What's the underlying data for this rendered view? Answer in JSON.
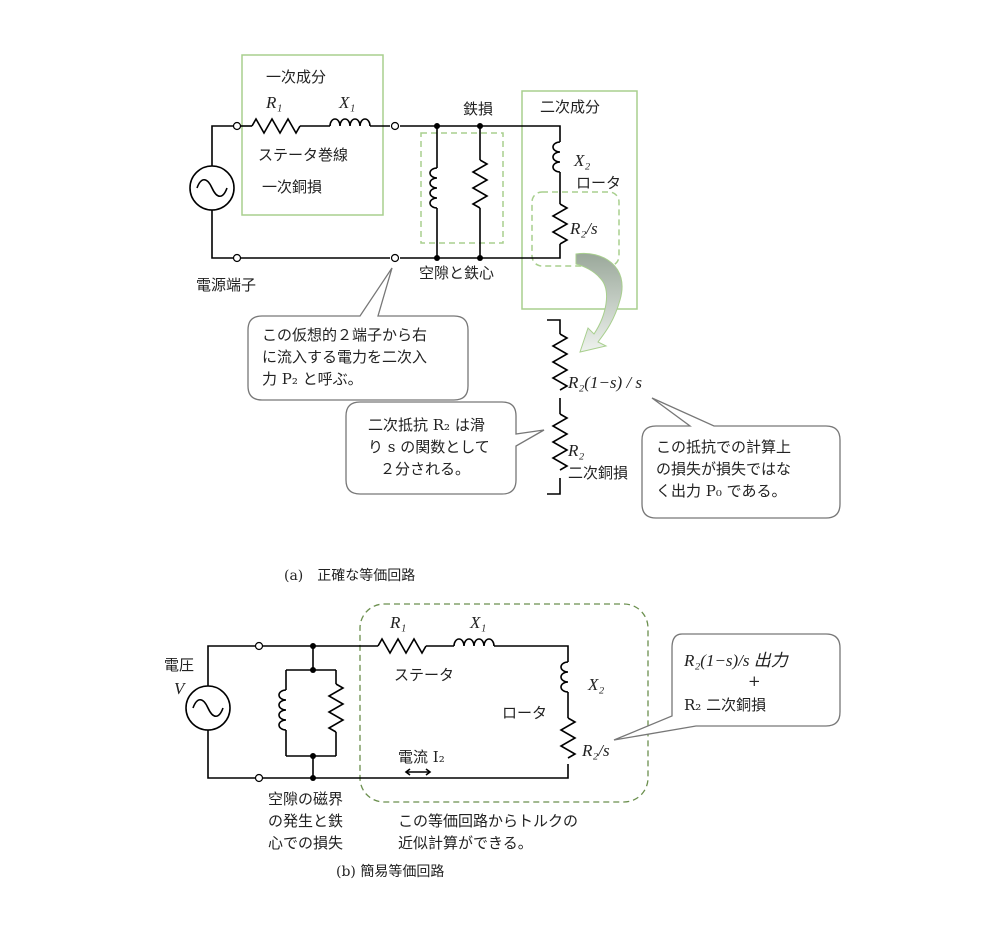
{
  "diagram_a": {
    "primary_label": "一次成分",
    "r1": "R₁",
    "x1": "X₁",
    "stator_label": "ステータ巻線",
    "primary_copper": "一次銅損",
    "iron_loss": "鉄損",
    "secondary_label": "二次成分",
    "x2": "X₂",
    "rotor_label": "ロータ",
    "r2s": "R₂/s",
    "source_terminal": "電源端子",
    "airgap_core": "空隙と鉄心",
    "callout_input": [
      "この仮想的２端子から右",
      "に流入する電力を二次入",
      "力 P₂ と呼ぶ。"
    ],
    "callout_split": [
      "二次抵抗 R₂ は滑",
      "り s の関数として",
      "２分される。"
    ],
    "r2_load": "R₂(1−s) / s",
    "r2": "R₂",
    "secondary_copper": "二次銅損",
    "callout_output": [
      "この抵抗での計算上",
      "の損失が損失ではな",
      "く出力 P₀ である。"
    ],
    "caption": "(a)　正確な等価回路"
  },
  "diagram_b": {
    "voltage_label": "電圧",
    "v": "V",
    "r1": "R₁",
    "x1": "X₁",
    "stator_label": "ステータ",
    "x2": "X₂",
    "rotor_label": "ロータ",
    "r2s": "R₂/s",
    "current_label": "電流 I₂",
    "airgap_note": [
      "空隙の磁界",
      "の発生と鉄",
      "心での損失"
    ],
    "torque_note": [
      "この等価回路からトルクの",
      "近似計算ができる。"
    ],
    "callout_line1": "R₂(1−s)/s  出力",
    "callout_plus": "+",
    "callout_line3": "R₂ 二次銅損",
    "caption": "(b) 簡易等価回路"
  }
}
